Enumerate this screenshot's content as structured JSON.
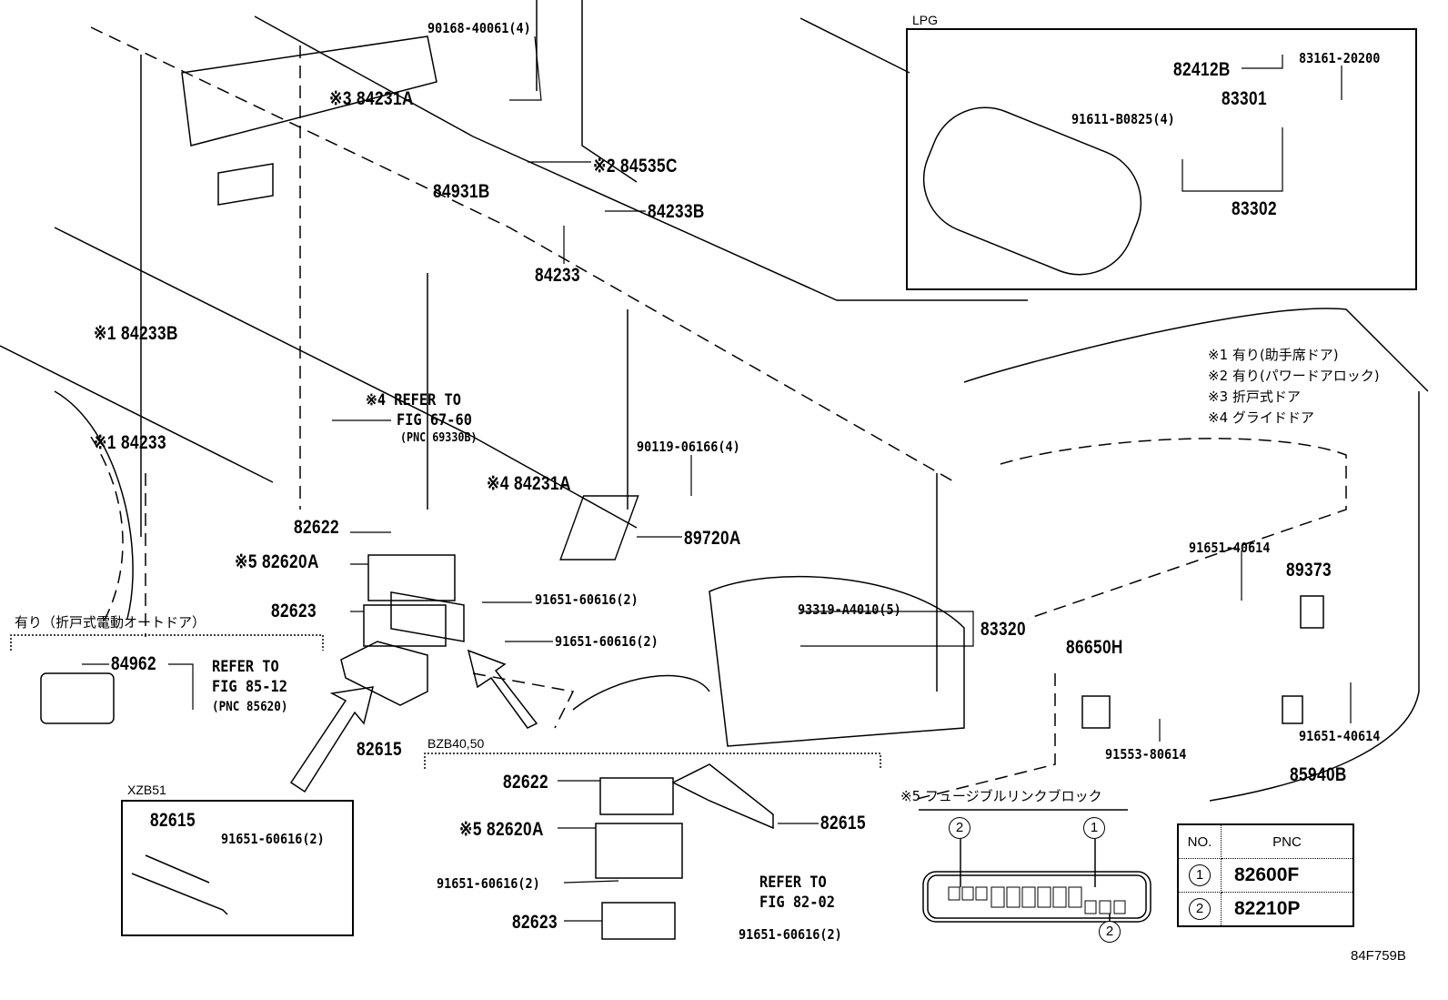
{
  "main_labels": {
    "p90168": "90168-40061(4)",
    "p84231a_3": "※3 84231A",
    "p84931b": "84931B",
    "p84535c": "※2 84535C",
    "p84233b": "84233B",
    "p84233": "84233",
    "p84233b_1": "※1 84233B",
    "p84233_1": "※1 84233",
    "refer67_1": "※4 REFER TO",
    "refer67_2": "FIG 67-60",
    "refer67_3": "(PNC 69330B)",
    "p84231a_4": "※4 84231A",
    "p90119": "90119-06166(4)",
    "p82622": "82622",
    "p82620a": "※5 82620A",
    "p89720a": "89720A",
    "p91651_a": "91651-60616(2)",
    "p82623": "82623",
    "p91651_b": "91651-60616(2)",
    "p93319": "93319-A4010(5)",
    "p83320": "83320",
    "p82615": "82615",
    "p91651_40614_a": "91651-40614",
    "p89373": "89373",
    "p86650h": "86650H",
    "p91553": "91553-80614",
    "p91651_40614_b": "91651-40614",
    "p85940b": "85940B",
    "fig_code": "84F759B"
  },
  "autodoor_box": {
    "title": "有り（折戸式電動オートドア）",
    "p84962": "84962",
    "refer_1": "REFER TO",
    "refer_2": "FIG 85-12",
    "refer_3": "(PNC 85620)"
  },
  "xzb51_box": {
    "title": "XZB51",
    "p82615": "82615",
    "p91651": "91651-60616(2)"
  },
  "bzb_box": {
    "title": "BZB40,50",
    "p82622": "82622",
    "p82620a": "※5 82620A",
    "p82615": "82615",
    "p91651_a": "91651-60616(2)",
    "refer_1": "REFER TO",
    "refer_2": "FIG 82-02",
    "p82623": "82623",
    "p91651_b": "91651-60616(2)"
  },
  "lpg_box": {
    "title": "LPG",
    "p82412b": "82412B",
    "p83161": "83161-20200",
    "p83301": "83301",
    "p91611": "91611-B0825(4)",
    "p83302": "83302"
  },
  "notes": [
    "※1 有り(助手席ドア)",
    "※2 有り(パワードアロック)",
    "※3 折戸式ドア",
    "※4 グライドドア"
  ],
  "fusible_block": {
    "title": "※5 フュージブルリンクブロック",
    "callouts": [
      "2",
      "1",
      "2"
    ]
  },
  "pnc_table": {
    "headers": [
      "NO.",
      "PNC"
    ],
    "rows": [
      {
        "no": "1",
        "pnc": "82600F"
      },
      {
        "no": "2",
        "pnc": "82210P"
      }
    ]
  }
}
